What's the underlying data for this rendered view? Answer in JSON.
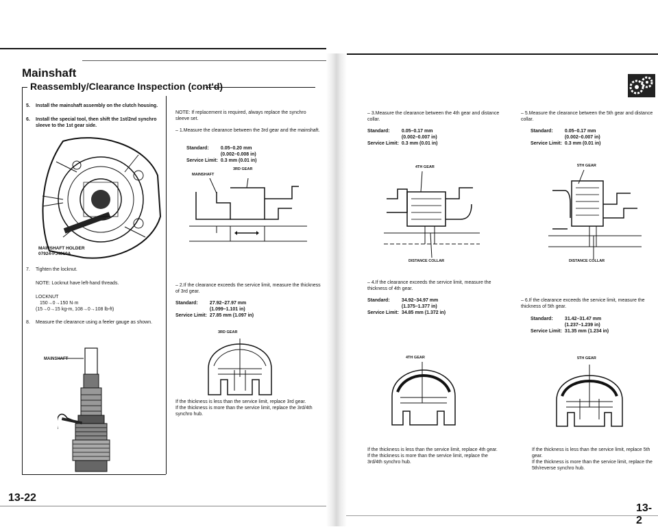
{
  "left": {
    "title": "Mainshaft",
    "subtitle": "Reassembly/Clearance Inspection (cont'd)",
    "step5": {
      "num": "5.",
      "text": "Install the mainshaft assembly on the clutch housing."
    },
    "step6": {
      "num": "6.",
      "text": "Install the special tool, then shift the 1st/2nd synchro sleeve to the 1st gear side."
    },
    "tool_label_1": "MAINSHAFT HOLDER",
    "tool_label_2": "07924-PJ4010A",
    "step7": {
      "num": "7.",
      "text": "Tighten the locknut."
    },
    "note_locknut": "NOTE:  Locknut have left-hand threads.",
    "locknut": {
      "title": "LOCKNUT",
      "line1": "150→0→150 N·m",
      "line2": "(15→0→15 kg-m, 108→0→108 lb-ft)"
    },
    "step8": {
      "num": "8.",
      "text": "Measure the clearance using a feeler gauge as shown."
    },
    "mainshaft_label": "MAINSHAFT",
    "page_number": "13-22"
  },
  "mid": {
    "note": "NOTE:  If replacement is required, always replace the synchro sleeve set.",
    "step1": "– 1.Measure the clearance between the 3rd gear and the mainshaft.",
    "spec1": {
      "std_label": "Standard:",
      "std_val1": "0.05–0.20 mm",
      "std_val2": "(0.002–0.008 in)",
      "svc_label": "Service Limit:",
      "svc_val": "0.3 mm (0.01 in)"
    },
    "label_3rd_gear": "3RD GEAR",
    "label_mainshaft": "MAINSHAFT",
    "step2": "– 2.If the clearance exceeds the service limit, measure the thickness of 3rd gear.",
    "spec2": {
      "std_label": "Standard:",
      "std_val1": "27.92–27.97 mm",
      "std_val2": "(1.099–1.101 in)",
      "svc_label": "Service Limit:",
      "svc_val": "27.85 mm (1.097 in)"
    },
    "label_3rd_gear_2": "3RD GEAR",
    "bottom_note": "If the thickness is less than the service limit, replace 3rd gear.\nIf the thickness is more than the service limit, replace the 3rd/4th synchro hub."
  },
  "right1": {
    "step3": "– 3.Measure the clearance between the 4th gear and distance collar.",
    "spec3": {
      "std_label": "Standard:",
      "std_val1": "0.05–0.17 mm",
      "std_val2": "(0.002–0.007 in)",
      "svc_label": "Service Limit:",
      "svc_val": "0.3 mm (0.01 in)"
    },
    "label_gear": "4TH GEAR",
    "label_collar": "DISTANCE COLLAR",
    "step4": "– 4.If the clearance exceeds the service limit, measure the thickness of 4th gear.",
    "spec4": {
      "std_label": "Standard:",
      "std_val1": "34.92–34.97 mm",
      "std_val2": "(1.375–1.377 in)",
      "svc_label": "Service Limit:",
      "svc_val": "34.85 mm (1.372 in)"
    },
    "label_gear_2": "4TH GEAR",
    "bottom_note": "If the thickness is less than the service limit, replace 4th gear.\nIf the thickness is more than the service limit, replace the 3rd/4th synchro hub."
  },
  "right2": {
    "step5": "– 5.Measure the clearance between the 5th gear and distance collar.",
    "spec5": {
      "std_label": "Standard:",
      "std_val1": "0.05–0.17 mm",
      "std_val2": "(0.002–0.007 in)",
      "svc_label": "Service Limit:",
      "svc_val": "0.3 mm (0.01 in)"
    },
    "label_gear": "5TH GEAR",
    "label_collar": "DISTANCE COLLAR",
    "step6": "– 6.If the clearance exceeds the service limit, measure the thickness of 5th gear.",
    "spec6": {
      "std_label": "Standard:",
      "std_val1": "31.42–31.47 mm",
      "std_val2": "(1.237–1.239 in)",
      "svc_label": "Service Limit:",
      "svc_val": "31.35 mm (1.234 in)"
    },
    "label_gear_2": "5TH GEAR",
    "bottom_note": "If the thickness is less than the service limit, replace 5th gear.\nIf the thickness is more than the service limit, replace the 5th/reverse synchro hub.",
    "page_number": "13-2"
  },
  "icon": "gear-set-icon"
}
